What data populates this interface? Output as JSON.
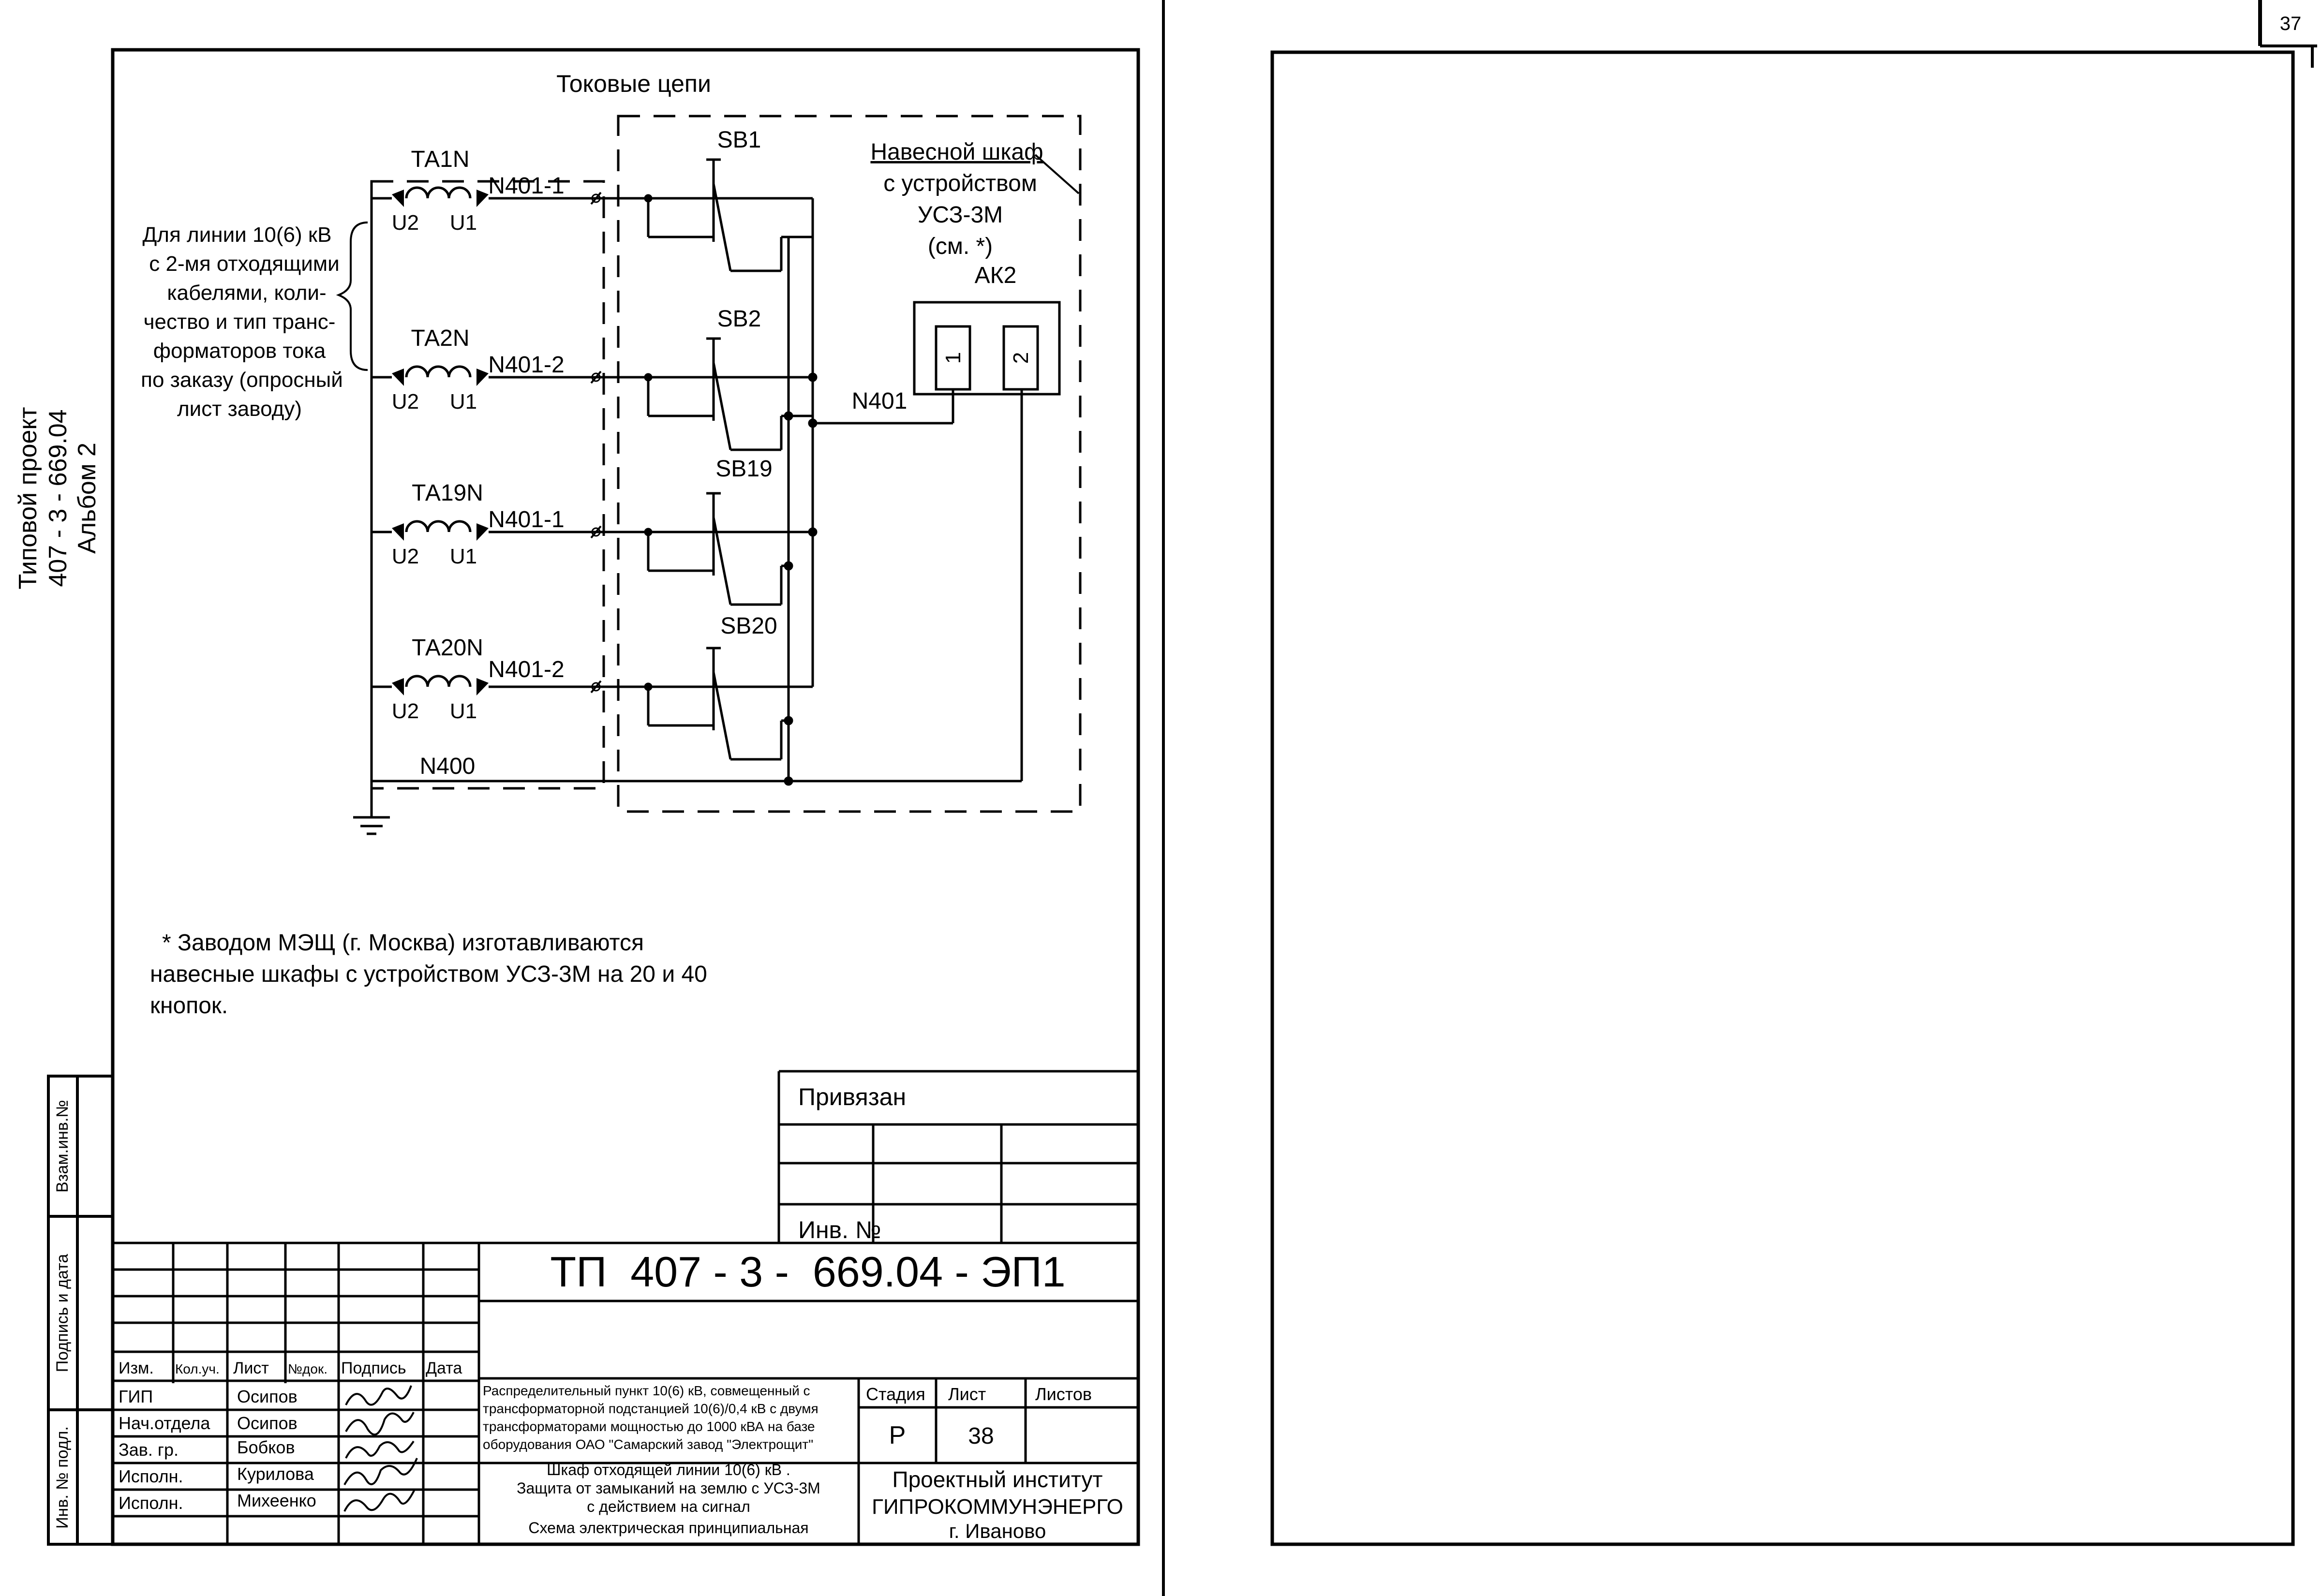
{
  "page_number": "37",
  "side_stamp": {
    "line1": "Типовой проект",
    "line2": "407 - 3 - 669.04",
    "line3": "Альбом  2"
  },
  "diagram": {
    "title": "Токовые цепи",
    "cabinet_label": {
      "line1": "Навесной шкаф",
      "line2": "с устройством",
      "line3": "УСЗ-3М",
      "line4": "(см. *)"
    },
    "relay": {
      "name": "АК2",
      "pin1": "1",
      "pin2": "2"
    },
    "brace_note": [
      "Для линии 10(6) кВ",
      "с 2-мя отходящими",
      "кабелями, коли-",
      "чество и тип транс-",
      "форматоров тока",
      "по заказу (опросный",
      "лист заводу)"
    ],
    "transformers": [
      {
        "name": "ТА1N",
        "wire": "N401-1",
        "button": "SB1",
        "u2": "U2",
        "u1": "U1"
      },
      {
        "name": "ТА2N",
        "wire": "N401-2",
        "button": "SB2",
        "u2": "U2",
        "u1": "U1"
      },
      {
        "name": "ТА19N",
        "wire": "N401-1",
        "button": "SB19",
        "u2": "U2",
        "u1": "U1"
      },
      {
        "name": "ТА20N",
        "wire": "N401-2",
        "button": "SB20",
        "u2": "U2",
        "u1": "U1"
      }
    ],
    "n401_label": "N401",
    "n400_label": "N400",
    "footnote": [
      "* Заводом МЭЩ (г. Москва) изготавливаются",
      "навесные шкафы с устройством УСЗ-3М на 20 и 40",
      "кнопок."
    ]
  },
  "left_strip": {
    "f1": "Взам.инв.№",
    "f2": "Подпись и дата",
    "f3": "Инв. № подл."
  },
  "privyazan": {
    "title": "Привязан",
    "inv": "Инв. №"
  },
  "title_block": {
    "designation": "ТП  407 - 3 -  669.04 - ЭП1",
    "headers": [
      "Изм.",
      "Кол.уч.",
      "Лист",
      "№док.",
      "Подпись",
      "Дата"
    ],
    "staff": [
      {
        "role": "ГИП",
        "name": "Осипов"
      },
      {
        "role": "Нач.отдела",
        "name": "Осипов"
      },
      {
        "role": "Зав. гр.",
        "name": "Бобков"
      },
      {
        "role": "Исполн.",
        "name": "Курилова"
      },
      {
        "role": "Исполн.",
        "name": "Михеенко"
      }
    ],
    "object_desc": [
      "Распределительный пункт 10(6) кВ, совмещенный с",
      "трансформаторной подстанцией 10(6)/0,4 кВ с двумя",
      "трансформаторами мощностью до 1000 кВА на базе",
      "оборудования ОАО \"Самарский завод \"Электрощит\""
    ],
    "drawing_title": [
      "Шкаф отходящей линии 10(6) кВ .",
      "Защита от замыканий на землю с УСЗ-3М",
      "с действием на сигнал",
      "Схема электрическая принципиальная"
    ],
    "stage_header": "Стадия",
    "sheet_header": "Лист",
    "sheets_header": "Листов",
    "stage": "Р",
    "sheet": "38",
    "org": [
      "Проектный институт",
      "ГИПРОКОММУНЭНЕРГО",
      "г. Иваново"
    ]
  }
}
